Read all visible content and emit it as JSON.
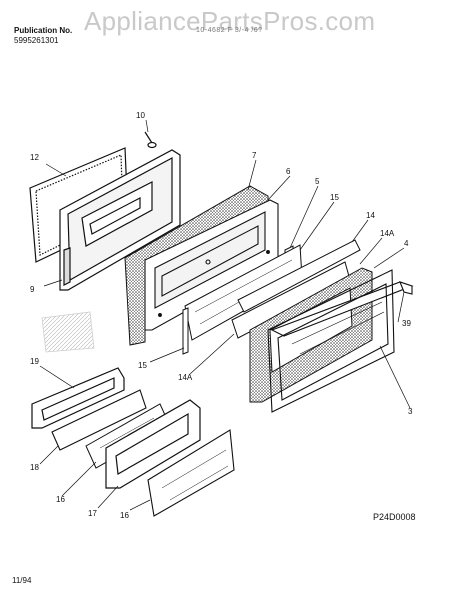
{
  "header": {
    "publication_label": "Publication No.",
    "publication_number": "5995261301",
    "model_text": "10-4682 F 3/-4 /6?",
    "watermark": "AppliancePartsPros.com"
  },
  "callouts": {
    "c10": "10",
    "c12": "12",
    "c7": "7",
    "c6": "6",
    "c5": "5",
    "c15a": "15",
    "c14": "14",
    "c14A_a": "14A",
    "c4": "4",
    "c9": "9",
    "c39": "39",
    "c15b": "15",
    "c14A_b": "14A",
    "c3": "3",
    "c19": "19",
    "c18": "18",
    "c16a": "16",
    "c17": "17",
    "c16b": "16"
  },
  "footer": {
    "diagram_code": "P24D0008",
    "date": "11/94"
  }
}
